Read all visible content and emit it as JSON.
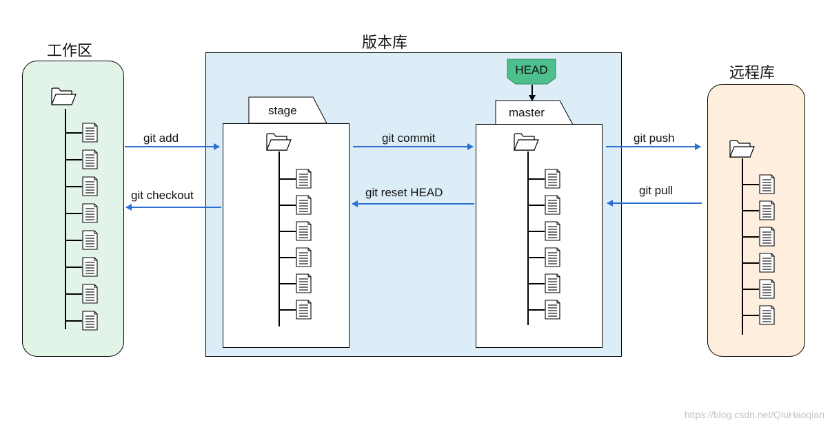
{
  "titles": {
    "workspace": "工作区",
    "repository": "版本库",
    "remote": "远程库"
  },
  "tabs": {
    "stage": "stage",
    "master": "master"
  },
  "head": "HEAD",
  "commands": {
    "add": "git add",
    "checkout": "git checkout",
    "commit": "git commit",
    "reset": "git reset HEAD",
    "push": "git push",
    "pull": "git pull"
  },
  "file_counts": {
    "workspace": 8,
    "stage": 6,
    "master": 6,
    "remote": 6
  },
  "icons": {
    "folder": "folder-icon",
    "file": "file-icon"
  },
  "colors": {
    "workspace_bg": "#e2f3e8",
    "repo_bg": "#dcedf8",
    "remote_bg": "#fdeedd",
    "head_bg": "#4dbf8c",
    "arrow": "#2d6fd0"
  },
  "watermark": "https://blog.csdn.net/QiuHaoqian"
}
